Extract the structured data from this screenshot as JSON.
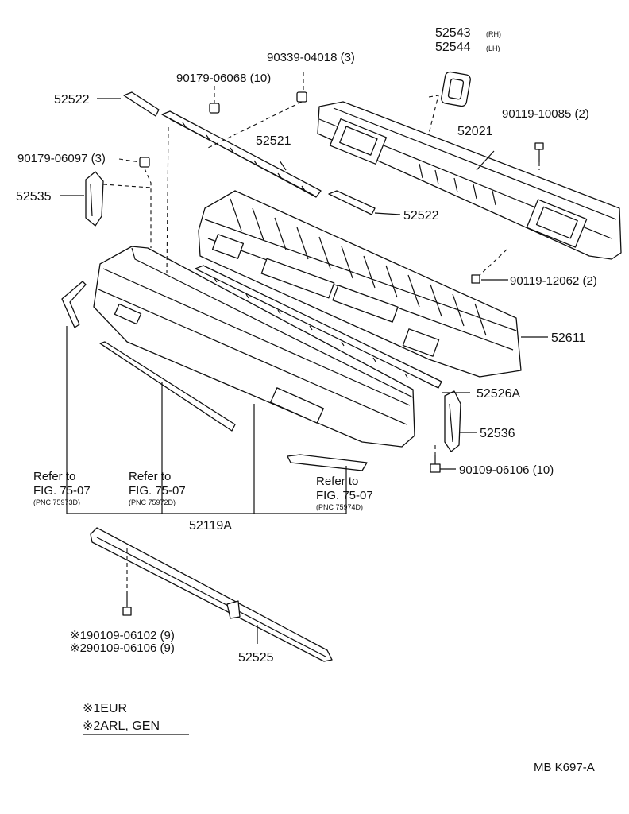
{
  "labels": {
    "p52543": "52543",
    "p52543_side": "(RH)",
    "p52544": "52544",
    "p52544_side": "(LH)",
    "p90339": "90339-04018 (3)",
    "p90179_068": "90179-06068 (10)",
    "p52522_top": "52522",
    "p90119_10085": "90119-10085 (2)",
    "p52021": "52021",
    "p52521": "52521",
    "p90179_097": "90179-06097 (3)",
    "p52535": "52535",
    "p52522_mid": "52522",
    "p90119_12062": "90119-12062 (2)",
    "p52611": "52611",
    "p52526A": "52526A",
    "p52536": "52536",
    "p90109_06106": "90109-06106 (10)",
    "p52119A": "52119A",
    "bolt_opt1": "※190109-06102 (9)",
    "bolt_opt2": "※290109-06106 (9)",
    "p52525": "52525"
  },
  "references": [
    {
      "line1": "Refer to",
      "line2": "FIG. 75-07",
      "pnc": "(PNC 75973D)"
    },
    {
      "line1": "Refer to",
      "line2": "FIG. 75-07",
      "pnc": "(PNC 75972D)"
    },
    {
      "line1": "Refer to",
      "line2": "FIG. 75-07",
      "pnc": "(PNC 75974D)"
    }
  ],
  "legend": {
    "line1": "※1EUR",
    "line2": "※2ARL, GEN"
  },
  "footer_code": "MB  K697-A"
}
